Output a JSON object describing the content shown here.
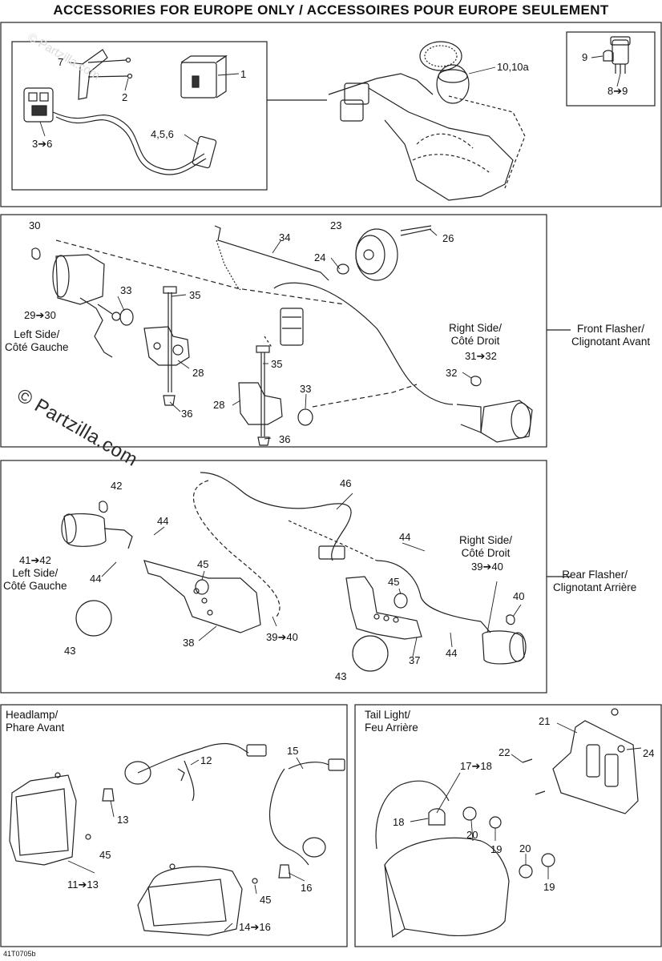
{
  "title": "ACCESSORIES FOR EUROPE ONLY / ACCESSOIRES POUR EUROPE SEULEMENT",
  "drawing_code": "41T0705b",
  "watermark": "© Partzilla.com",
  "faint_watermark": "© Partzilla.com",
  "sections": {
    "front_flasher": {
      "label_en": "Front Flasher/",
      "label_fr": "Clignotant Avant"
    },
    "rear_flasher": {
      "label_en": "Rear Flasher/",
      "label_fr": "Clignotant Arrière"
    },
    "headlamp": {
      "label_en": "Headlamp/",
      "label_fr": "Phare Avant"
    },
    "tail_light": {
      "label_en": "Tail Light/",
      "label_fr": "Feu Arrière"
    }
  },
  "side_labels": {
    "front_left_en": "Left Side/",
    "front_left_fr": "Côté Gauche",
    "front_right_en": "Right Side/",
    "front_right_fr": "Côté Droit",
    "rear_left_en": "Left Side/",
    "rear_left_fr": "Côté Gauche",
    "rear_right_en": "Right Side/",
    "rear_right_fr": "Côté Droit"
  },
  "callouts": {
    "top": [
      "7",
      "2",
      "1",
      "3➔6",
      "4,5,6",
      "10,10a",
      "9",
      "8➔9"
    ],
    "front": [
      "30",
      "34",
      "23",
      "26",
      "24",
      "33",
      "35",
      "29➔30",
      "28",
      "36",
      "35",
      "33",
      "28",
      "36",
      "31➔32",
      "32"
    ],
    "rear": [
      "42",
      "46",
      "44",
      "44",
      "41➔42",
      "45",
      "44",
      "45",
      "40",
      "39➔40",
      "43",
      "38",
      "39➔40",
      "37",
      "44",
      "43"
    ],
    "headlamp": [
      "12",
      "15",
      "13",
      "45",
      "11➔13",
      "45",
      "16",
      "14➔16"
    ],
    "tail": [
      "21",
      "24",
      "22",
      "17➔18",
      "18",
      "20",
      "19",
      "20",
      "19"
    ]
  }
}
